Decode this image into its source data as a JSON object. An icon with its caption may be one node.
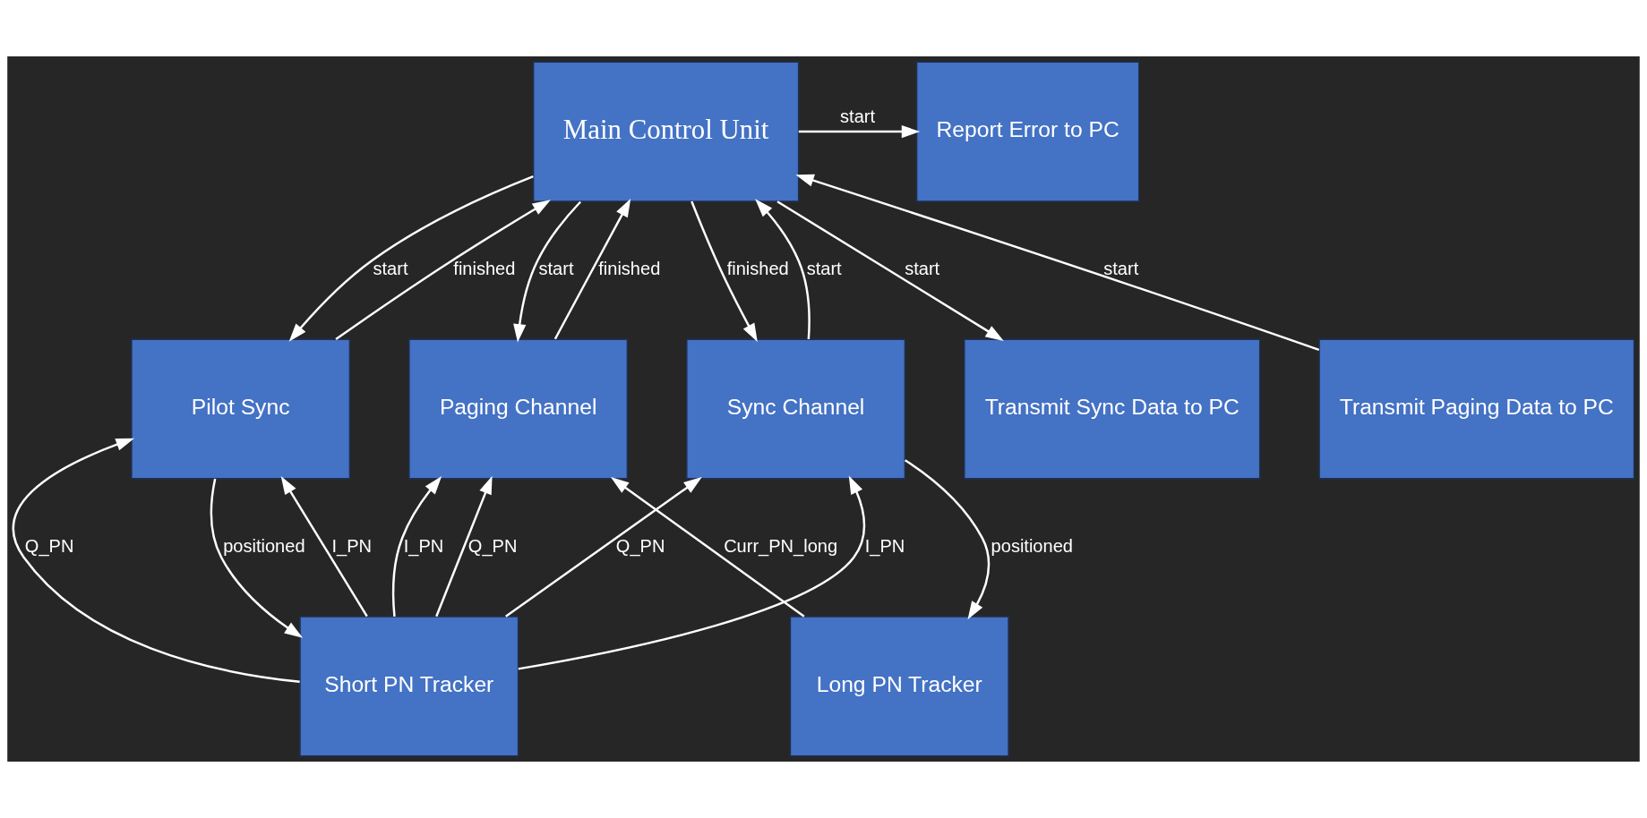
{
  "diagram": {
    "nodes": [
      {
        "text": [
          "Main Control Unit"
        ]
      },
      {
        "text": [
          "Report Error to PC"
        ]
      },
      {
        "text": [
          "Pilot Sync"
        ]
      },
      {
        "text": [
          "Sync Channel"
        ]
      },
      {
        "text": [
          "Transmit Sync Data to PC"
        ]
      },
      {
        "text": [
          "Paging Channel"
        ]
      },
      {
        "text": [
          "Transmit Paging Data to PC"
        ]
      },
      {
        "text": [
          "Short PN Tracker"
        ]
      },
      {
        "text": [
          "Long PN Tracker"
        ]
      }
    ],
    "edges": [
      {
        "from": 0,
        "to": 1,
        "arrow": "to",
        "label": "start"
      },
      {
        "from": 2,
        "to": 0,
        "arrow": "to",
        "label": "finished"
      },
      {
        "from": 0,
        "to": 2,
        "arrow": "to",
        "label": "start"
      },
      {
        "from": 0,
        "to": 3,
        "arrow": "to",
        "label": "finished"
      },
      {
        "from": 3,
        "to": 0,
        "arrow": "to",
        "label": "start"
      },
      {
        "from": 0,
        "to": 4,
        "arrow": "to",
        "label": "start"
      },
      {
        "from": 5,
        "to": 0,
        "arrow": "to",
        "label": "finished"
      },
      {
        "from": 0,
        "to": 5,
        "arrow": "to",
        "label": "start"
      },
      {
        "from": 6,
        "to": 0,
        "arrow": "to",
        "label": "start"
      },
      {
        "from": 7,
        "to": 2,
        "arrow": "to",
        "label": "I_PN"
      },
      {
        "from": 7,
        "to": 2,
        "arrow": "to",
        "label": "Q_PN"
      },
      {
        "from": 2,
        "to": 7,
        "arrow": "to",
        "label": "positioned"
      },
      {
        "from": 7,
        "to": 3,
        "arrow": "to",
        "label": "I_PN"
      },
      {
        "from": 7,
        "to": 3,
        "arrow": "to",
        "label": "Q_PN"
      },
      {
        "from": 3,
        "to": 8,
        "arrow": "to",
        "label": "positioned"
      },
      {
        "from": 8,
        "to": 5,
        "arrow": "to",
        "label": "Curr_PN_long"
      },
      {
        "from": 7,
        "to": 5,
        "arrow": "to",
        "label": "I_PN"
      },
      {
        "from": 7,
        "to": 5,
        "arrow": "to",
        "label": "Q_PN"
      }
    ]
  }
}
